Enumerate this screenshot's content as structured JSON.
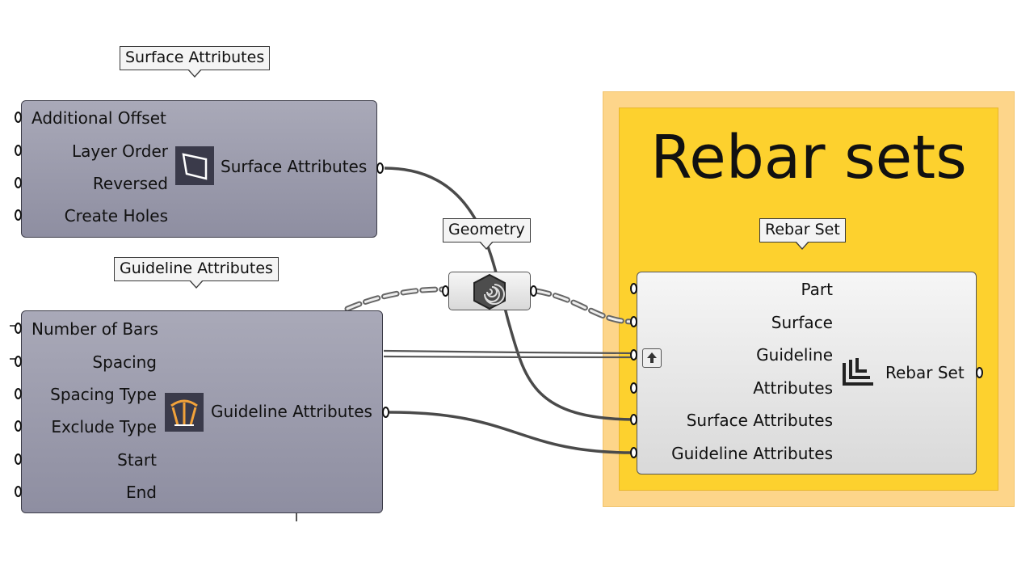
{
  "group": {
    "title": "Rebar sets",
    "outer_color": "#fdd58a",
    "inner_color": "#fdd12e"
  },
  "surface_attributes": {
    "tag": "Surface Attributes",
    "inputs": [
      "Additional Offset",
      "Layer Order",
      "Reversed",
      "Create Holes"
    ],
    "output": "Surface Attributes",
    "icon": "surface-parallelogram-icon"
  },
  "guideline_attributes": {
    "tag": "Guideline Attributes",
    "inputs": [
      "Number of Bars",
      "Spacing",
      "Spacing Type",
      "Exclude Type",
      "Start",
      "End"
    ],
    "output": "Guideline Attributes",
    "icon": "guideline-arc-icon"
  },
  "geometry": {
    "tag": "Geometry",
    "icon": "geometry-hex-spiral-icon"
  },
  "rebar_set": {
    "tag": "Rebar Set",
    "inputs": [
      "Part",
      "Surface",
      "Guideline",
      "Attributes",
      "Surface Attributes",
      "Guideline Attributes"
    ],
    "output": "Rebar Set",
    "icon": "rebar-layers-icon",
    "flag_icon": "upload-arrow-icon"
  },
  "colors": {
    "wire": "#4a4a4a",
    "component_dark": "#9a9aab",
    "component_light": "#e8e8e8"
  }
}
